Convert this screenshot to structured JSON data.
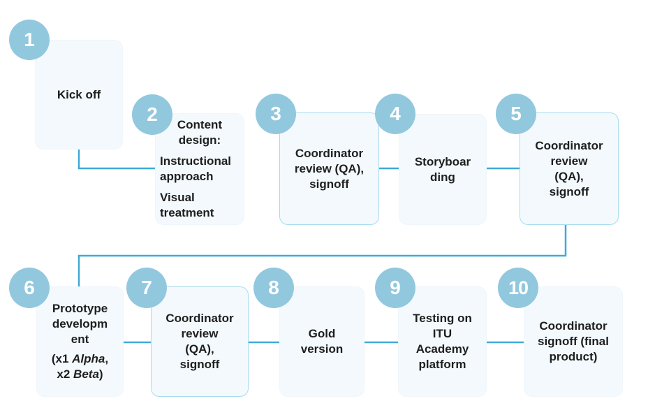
{
  "diagram": {
    "connector_color": "#3fa9d8",
    "badge_color": "#92c8de",
    "box_color": "#f3f9fc",
    "outline_color": "#a8dcef",
    "steps": [
      {
        "number": "1",
        "lines": [
          "Kick off"
        ]
      },
      {
        "number": "2",
        "lines": [
          "Content",
          "design:",
          "Instructional",
          "approach",
          "Visual",
          "treatment"
        ]
      },
      {
        "number": "3",
        "lines": [
          "Coordinator",
          "review (QA),",
          "signoff"
        ]
      },
      {
        "number": "4",
        "lines": [
          "Storyboar",
          "ding"
        ]
      },
      {
        "number": "5",
        "lines": [
          "Coordinator",
          "review",
          "(QA),",
          "signoff"
        ]
      },
      {
        "number": "6",
        "lines": [
          "Prototype",
          "developm",
          "ent",
          "(x1 ",
          "Alpha",
          ",",
          "x2 ",
          "Beta",
          ")"
        ]
      },
      {
        "number": "7",
        "lines": [
          "Coordinator",
          "review",
          "(QA),",
          "signoff"
        ]
      },
      {
        "number": "8",
        "lines": [
          "Gold",
          "version"
        ]
      },
      {
        "number": "9",
        "lines": [
          "Testing on",
          "ITU",
          "Academy",
          "platform"
        ]
      },
      {
        "number": "10",
        "lines": [
          "Coordinator",
          "signoff (final",
          "product)"
        ]
      }
    ]
  }
}
